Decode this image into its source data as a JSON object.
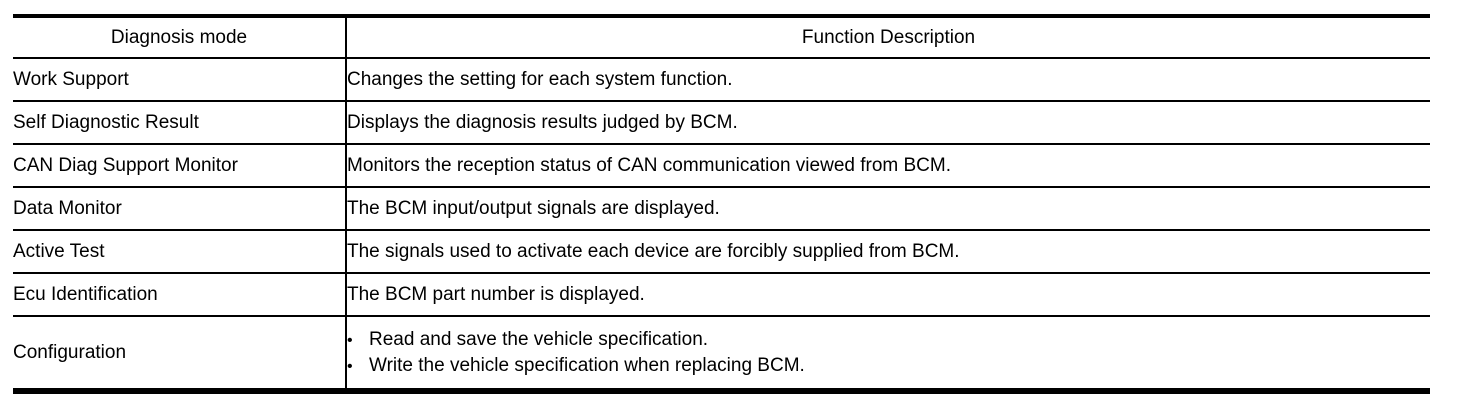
{
  "page": {
    "background_color": "#ffffff",
    "border_color": "#000000",
    "text_color": "#000000"
  },
  "table": {
    "header": {
      "diagnosis_mode": "Diagnosis mode",
      "function_description": "Function Description"
    },
    "bullet_char": "•",
    "rows": [
      {
        "mode": "Work Support",
        "description": "Changes the setting for each system function."
      },
      {
        "mode": "Self Diagnostic Result",
        "description": "Displays the diagnosis results judged by BCM."
      },
      {
        "mode": "CAN Diag Support Monitor",
        "description": "Monitors the reception status of CAN communication viewed from BCM."
      },
      {
        "mode": "Data Monitor",
        "description": "The BCM input/output signals are displayed."
      },
      {
        "mode": "Active Test",
        "description": "The signals used to activate each device are forcibly supplied from BCM."
      },
      {
        "mode": "Ecu Identification",
        "description": "The BCM part number is displayed."
      },
      {
        "mode": "Configuration",
        "bullets": [
          "Read and save the vehicle specification.",
          "Write the vehicle specification when replacing BCM."
        ]
      }
    ]
  }
}
